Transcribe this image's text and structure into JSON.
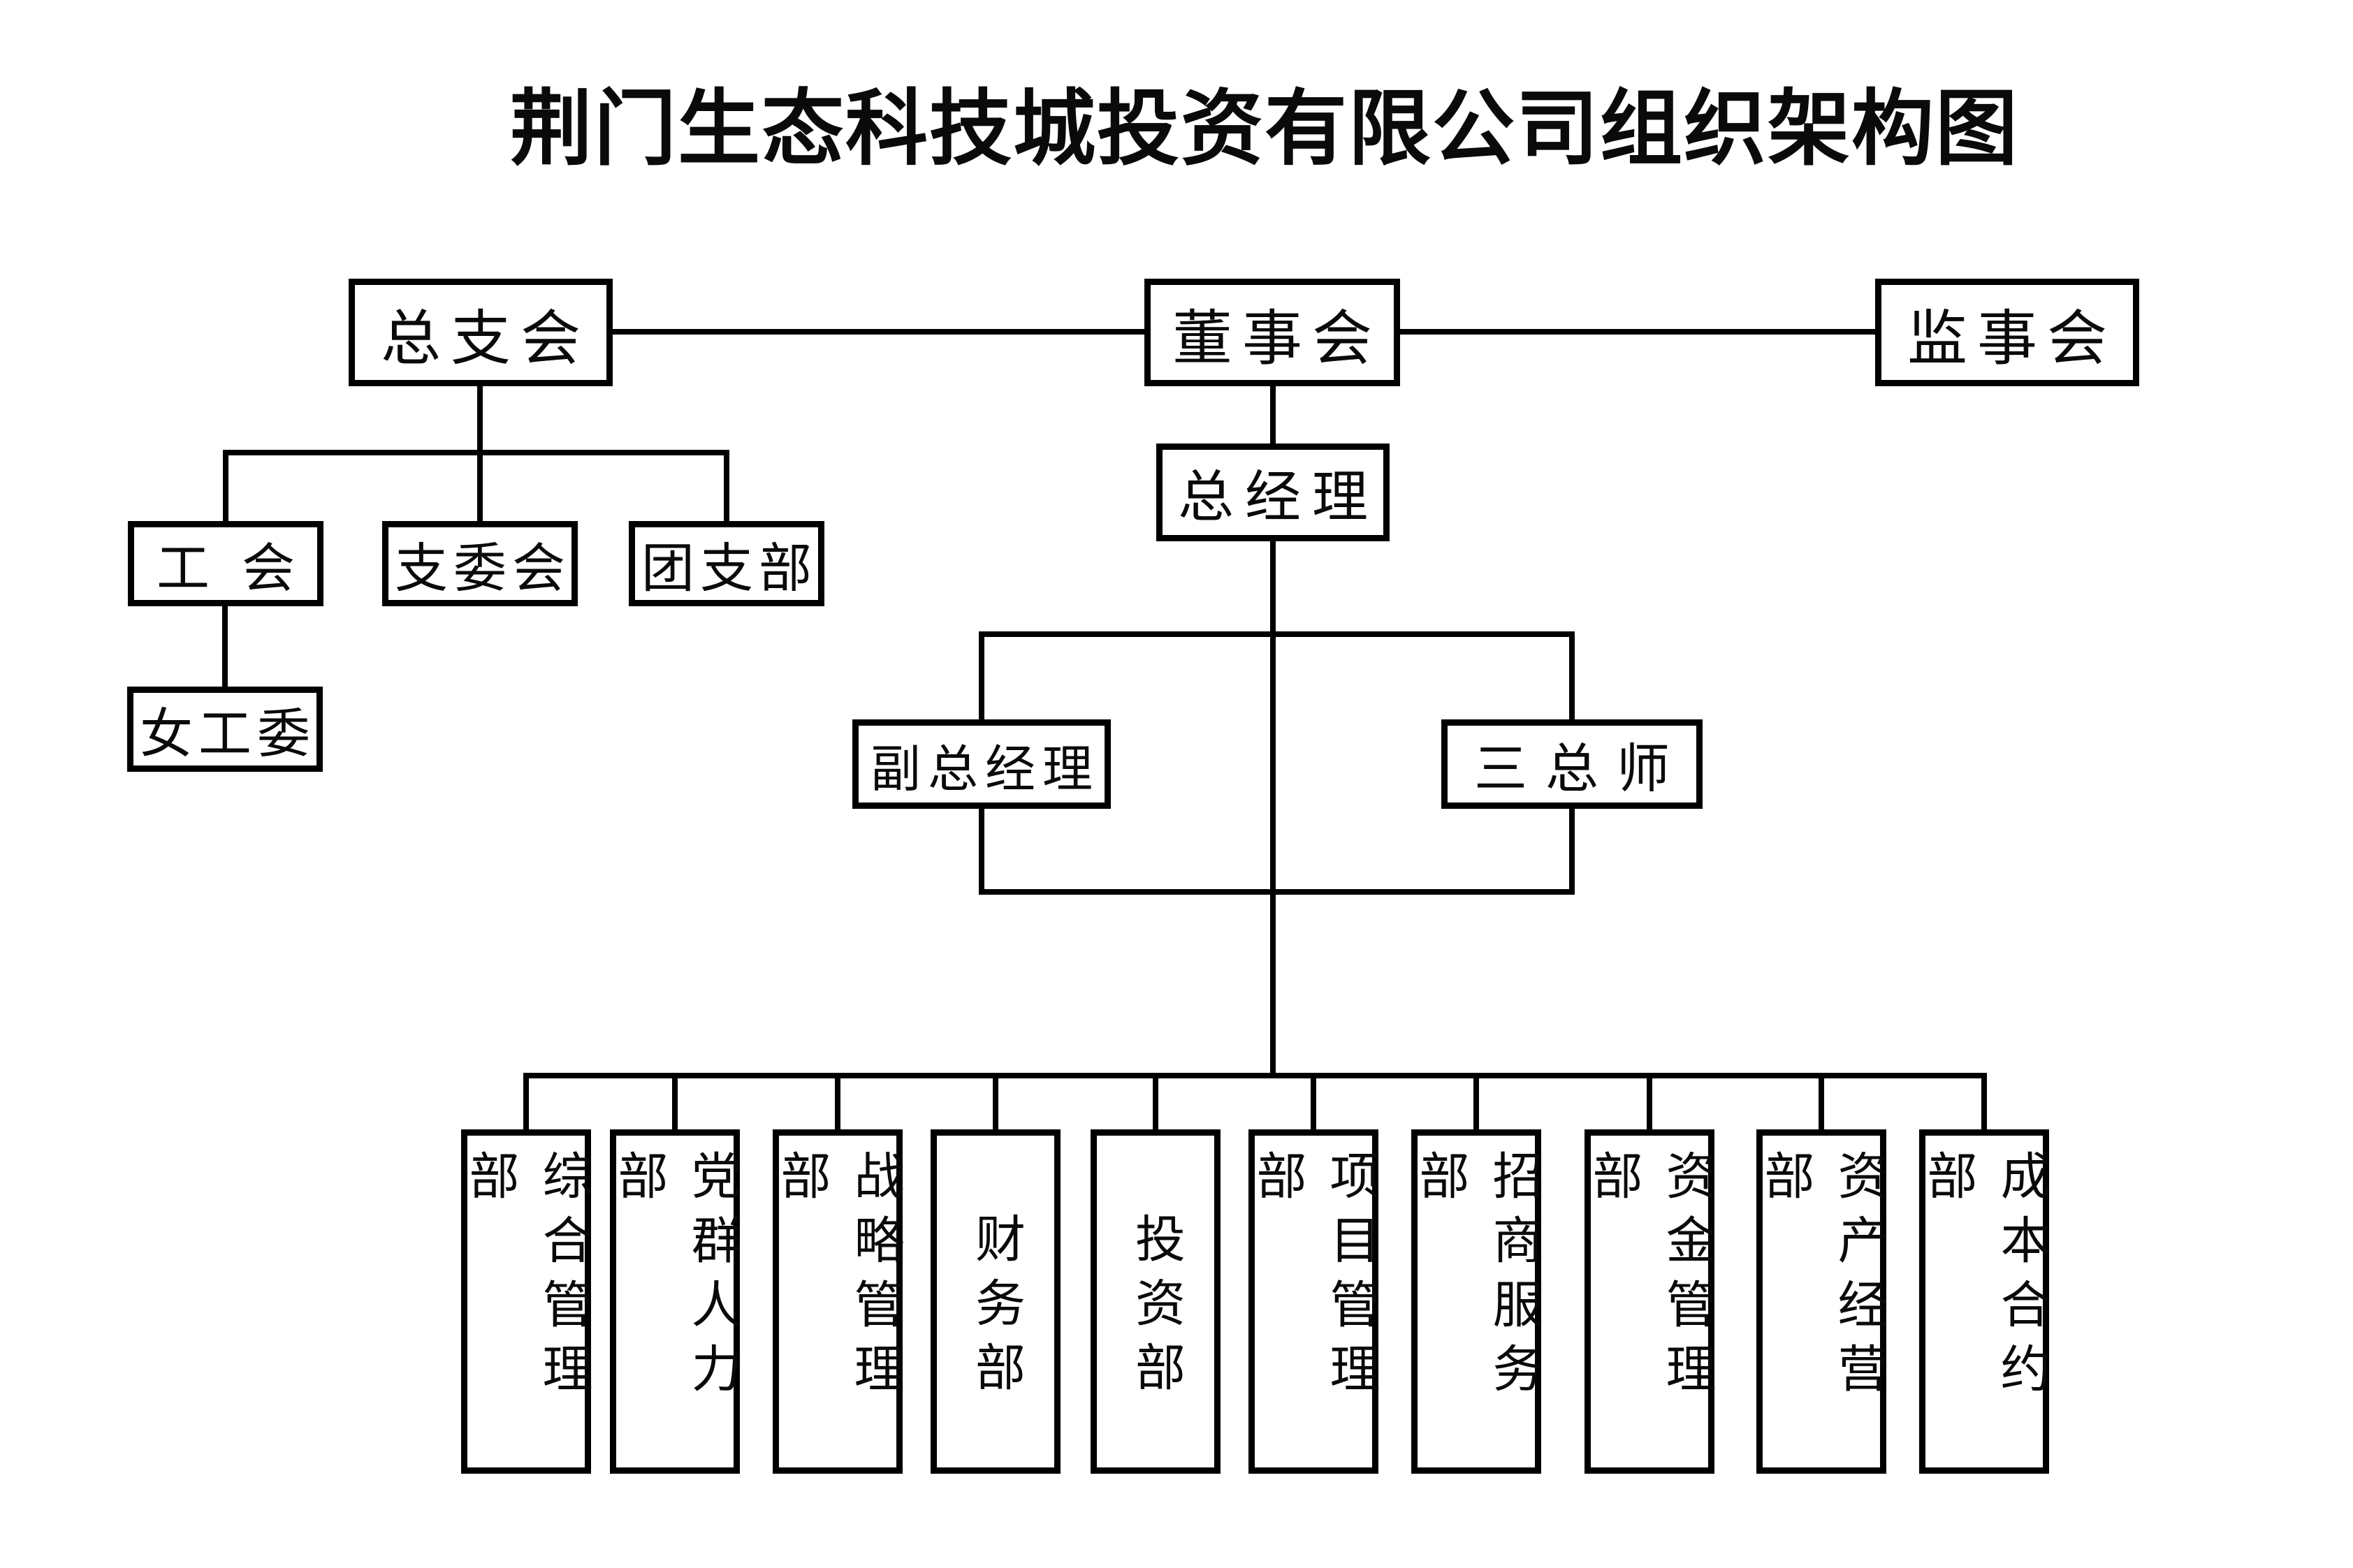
{
  "title": "荆门生态科技城投资有限公司组织架构图",
  "nodes": {
    "zongzhihui": {
      "label": "总支会"
    },
    "dongshihui": {
      "label": "董事会"
    },
    "jianshihui": {
      "label": "监事会"
    },
    "zongjingli": {
      "label": "总经理"
    },
    "gonghui": {
      "label": "工会"
    },
    "zhiweihui": {
      "label": "支委会"
    },
    "tuanzhibu": {
      "label": "团支部"
    },
    "nvgongwei": {
      "label": "女工委"
    },
    "fuzongjingli": {
      "label": "副总经理"
    },
    "sanzongshi": {
      "label": "三总师"
    }
  },
  "departments": [
    {
      "label": "综合管理部"
    },
    {
      "label": "党群人力部"
    },
    {
      "label": "战略管理部"
    },
    {
      "label": "财务部"
    },
    {
      "label": "投资部"
    },
    {
      "label": "项目管理部"
    },
    {
      "label": "招商服务部"
    },
    {
      "label": "资金管理部"
    },
    {
      "label": "资产经营部"
    },
    {
      "label": "成本合约部"
    }
  ],
  "colors": {
    "line": "#000000",
    "background": "#ffffff",
    "text": "#0a0a0a"
  }
}
